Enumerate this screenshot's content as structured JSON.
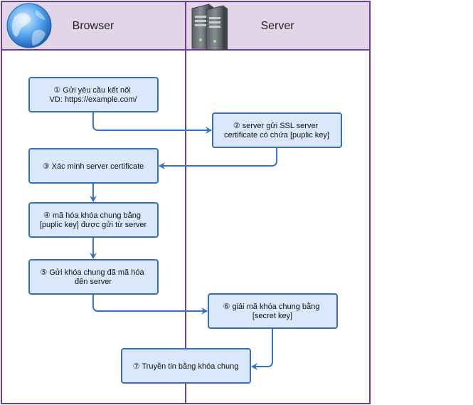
{
  "swimlanes": {
    "browser": {
      "title": "Browser",
      "icon": "globe-icon"
    },
    "server": {
      "title": "Server",
      "icon": "server-icon"
    }
  },
  "steps": [
    {
      "id": "step-1",
      "lines": [
        "① Gửi yêu cầu kết nối",
        "VD: https://example.com/"
      ]
    },
    {
      "id": "step-2",
      "lines": [
        "② server gửi SSL server",
        "certificate có chứa [puplic key]"
      ]
    },
    {
      "id": "step-3",
      "lines": [
        "③ Xác minh server certificate"
      ]
    },
    {
      "id": "step-4",
      "lines": [
        "④ mã hóa khóa chung bằng",
        "[puplic key] được gửi từ server"
      ]
    },
    {
      "id": "step-5",
      "lines": [
        "⑤ Gửi khóa chung đã mã hóa",
        "đến server"
      ]
    },
    {
      "id": "step-6",
      "lines": [
        "⑥ giải mã khóa chung bằng",
        "[secret key]"
      ]
    },
    {
      "id": "step-7",
      "lines": [
        "⑦ Truyền tin bằng khóa chung"
      ]
    }
  ],
  "colors": {
    "lane_header_fill": "#e1d5e7",
    "lane_border": "#6a3d9a",
    "box_fill": "#dae8fc",
    "box_stroke": "#3a6fb5",
    "arrow": "#2f74c8"
  }
}
